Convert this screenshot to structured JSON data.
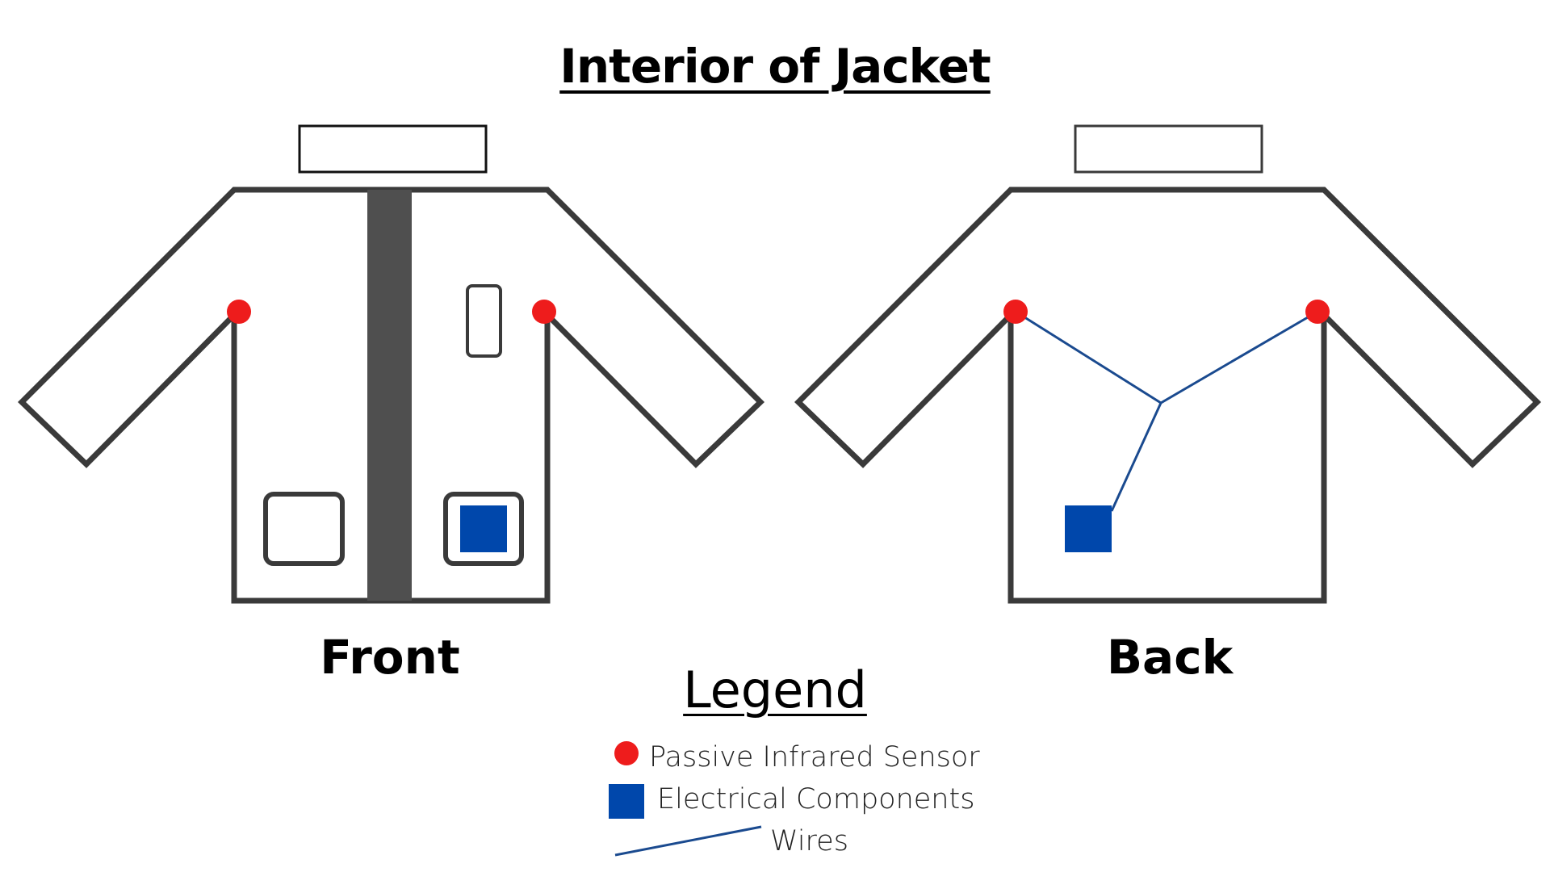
{
  "title": "Interior of Jacket",
  "views": {
    "front_label": "Front",
    "back_label": "Back"
  },
  "legend": {
    "title": "Legend",
    "sensor": "Passive Infrared Sensor",
    "components": "Electrical Components",
    "wires": "Wires"
  },
  "colors": {
    "outline": "#3a3a3a",
    "zipper": "#4f4f4f",
    "sensor": "#ee1c1c",
    "component": "#0047ab",
    "wire": "#1a4a8f"
  }
}
